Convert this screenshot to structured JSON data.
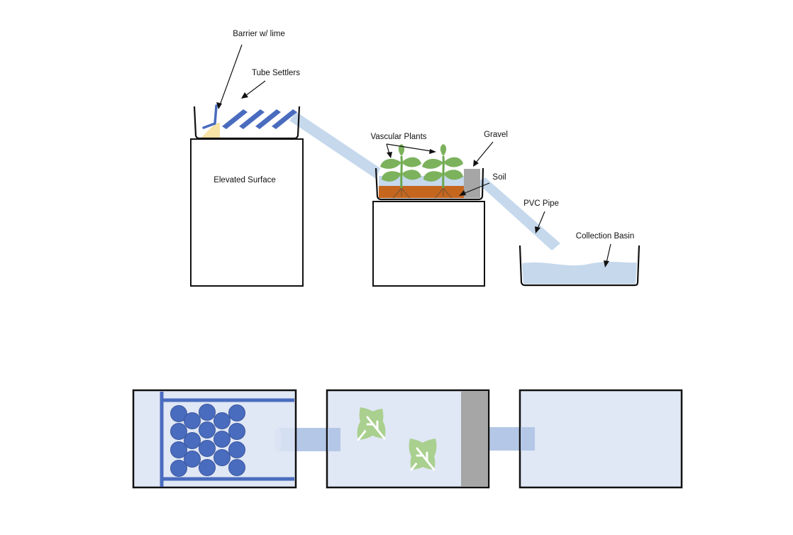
{
  "labels": {
    "barrier": "Barrier w/ lime",
    "tube_settlers": "Tube Settlers",
    "elevated_surface": "Elevated Surface",
    "vascular_plants": "Vascular Plants",
    "gravel": "Gravel",
    "soil": "Soil",
    "pvc_pipe": "PVC Pipe",
    "collection_basin": "Collection Basin"
  },
  "colors": {
    "water": "#c5d8ec",
    "settler_blue": "#4a6cbf",
    "lime": "#f7e4a6",
    "soil": "#c5661f",
    "gravel": "#a6a6a6",
    "plant_green": "#7cb25c",
    "leaf_light": "#a9d08e",
    "root_brown": "#8c5a2e",
    "outline": "#111111"
  }
}
